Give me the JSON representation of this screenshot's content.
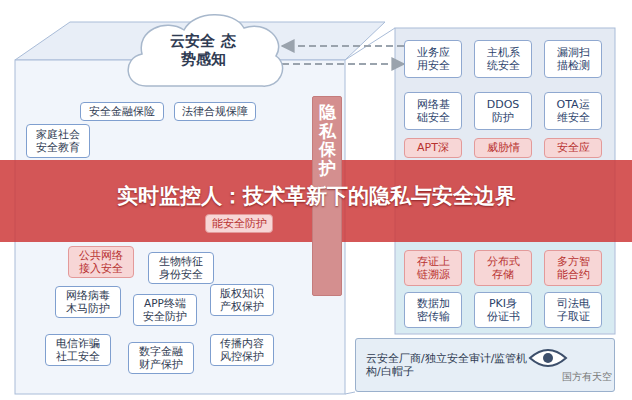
{
  "diagram": {
    "title": "实时监控人：技术革新下的隐私与安全边界",
    "nodes": [
      {
        "text": [
          "云安全 态势感知"
        ]
      },
      {
        "text": [
          "安全金融保险"
        ]
      },
      {
        "text": [
          "法律合规保障"
        ]
      },
      {
        "text": [
          "家庭社会 安全教育"
        ]
      },
      {
        "text": [
          "业务应用安全"
        ]
      },
      {
        "text": [
          "主机系统安全"
        ]
      },
      {
        "text": [
          "漏洞扫描检测"
        ]
      },
      {
        "text": [
          "网络基础安全"
        ]
      },
      {
        "text": [
          "DDOS防护"
        ]
      },
      {
        "text": [
          "OTA运维安全"
        ]
      },
      {
        "text": [
          "隐私保护"
        ]
      },
      {
        "text": [
          "APT深"
        ]
      },
      {
        "text": [
          "威胁情"
        ]
      },
      {
        "text": [
          "安全应"
        ]
      },
      {
        "text": [
          "能安全防护"
        ]
      },
      {
        "text": [
          "公共网络 接入安全"
        ]
      },
      {
        "text": [
          "存证上链溯源"
        ]
      },
      {
        "text": [
          "分布式存储"
        ]
      },
      {
        "text": [
          "多方智能合约"
        ]
      },
      {
        "text": [
          "生物特征 身份安全"
        ]
      },
      {
        "text": [
          "网络病毒 木马防护"
        ]
      },
      {
        "text": [
          "APP终端 安全防护"
        ]
      },
      {
        "text": [
          "版权知识 产权保护"
        ]
      },
      {
        "text": [
          "数据加密传输"
        ]
      },
      {
        "text": [
          "PKI身份证书"
        ]
      },
      {
        "text": [
          "司法电子取证"
        ]
      },
      {
        "text": [
          "电信诈骗 社工安全"
        ]
      },
      {
        "text": [
          "数字金融 财产保护"
        ]
      },
      {
        "text": [
          "传播内容 风控保护"
        ]
      },
      {
        "text": [
          "云安全厂商/独立安全审计/监管机构/白帽子"
        ]
      }
    ],
    "edges": [
      {
        "from": 4,
        "to": 0,
        "arrow": "to"
      },
      {
        "from": 0,
        "to": 4,
        "arrow": "to"
      }
    ],
    "labels": [
      "国方有天空"
    ]
  }
}
